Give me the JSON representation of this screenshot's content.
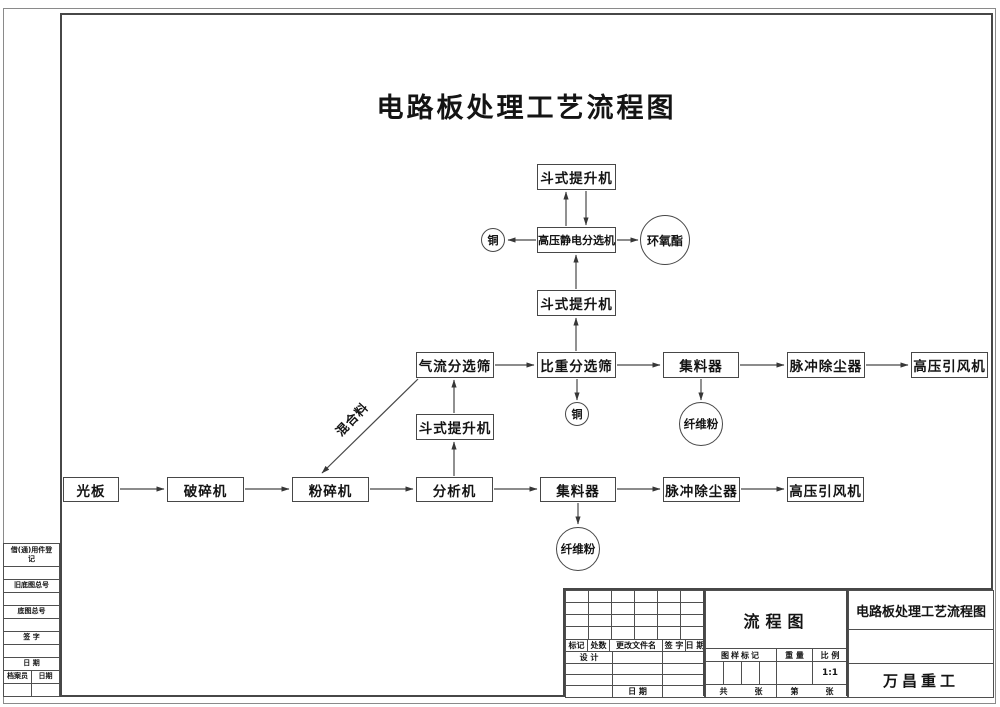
{
  "title": "电路板处理工艺流程图",
  "flow": {
    "nodes": [
      {
        "id": "elevator-top",
        "label": "斗式提升机"
      },
      {
        "id": "electrostatic-separator",
        "label": "高压静电分选机"
      },
      {
        "id": "copper-out-1",
        "label": "铜"
      },
      {
        "id": "epoxy-out",
        "label": "环氧酯"
      },
      {
        "id": "elevator-mid",
        "label": "斗式提升机"
      },
      {
        "id": "airflow-sieve",
        "label": "气流分选筛"
      },
      {
        "id": "gravity-sieve",
        "label": "比重分选筛"
      },
      {
        "id": "collector-1",
        "label": "集料器"
      },
      {
        "id": "pulse-dust-1",
        "label": "脉冲除尘器"
      },
      {
        "id": "fan-1",
        "label": "高压引风机"
      },
      {
        "id": "copper-out-2",
        "label": "铜"
      },
      {
        "id": "fiber-out-1",
        "label": "纤维粉"
      },
      {
        "id": "elevator-low",
        "label": "斗式提升机"
      },
      {
        "id": "bare-board",
        "label": "光板"
      },
      {
        "id": "crusher",
        "label": "破碎机"
      },
      {
        "id": "pulverizer",
        "label": "粉碎机"
      },
      {
        "id": "analyzer",
        "label": "分析机"
      },
      {
        "id": "collector-2",
        "label": "集料器"
      },
      {
        "id": "pulse-dust-2",
        "label": "脉冲除尘器"
      },
      {
        "id": "fan-2",
        "label": "高压引风机"
      },
      {
        "id": "fiber-out-2",
        "label": "纤维粉"
      }
    ],
    "edge_label": "混合料",
    "edges": [
      "光板→破碎机",
      "破碎机→粉碎机",
      "粉碎机→分析机",
      "分析机→集料器",
      "集料器→脉冲除尘器",
      "脉冲除尘器→高压引风机",
      "集料器→纤维粉",
      "分析机→斗式提升机",
      "斗式提升机→气流分选筛",
      "气流分选筛→粉碎机(混合料)",
      "气流分选筛→比重分选筛",
      "比重分选筛→集料器",
      "集料器→脉冲除尘器",
      "脉冲除尘器→高压引风机",
      "比重分选筛→铜",
      "集料器→纤维粉",
      "比重分选筛→斗式提升机",
      "斗式提升机→高压静电分选机",
      "高压静电分选机⇄斗式提升机",
      "高压静电分选机→铜",
      "高压静电分选机→环氧酯"
    ]
  },
  "left_strip": {
    "borrow_label": "借(通)用件登记",
    "old_base_no": "旧底图总号",
    "base_no": "底图总号",
    "sign": "签 字",
    "date": "日 期",
    "archivist": "档案员",
    "archivist_date": "日期"
  },
  "title_block": {
    "revision": {
      "mark": "标记",
      "count": "处数",
      "change_doc": "更改文件名",
      "sign": "签 字",
      "date": "日 期",
      "design": "设 计",
      "bottom_date": "日 期"
    },
    "middle": {
      "doc_type": "流程图",
      "mark_label": "图样标记",
      "weight_label": "重 量",
      "scale_label": "比 例",
      "scale_value": "1:1",
      "total_label": "共",
      "total_unit": "张",
      "no_label": "第",
      "no_unit": "张"
    },
    "right": {
      "drawing_title": "电路板处理工艺流程图",
      "company": "万昌重工"
    }
  }
}
